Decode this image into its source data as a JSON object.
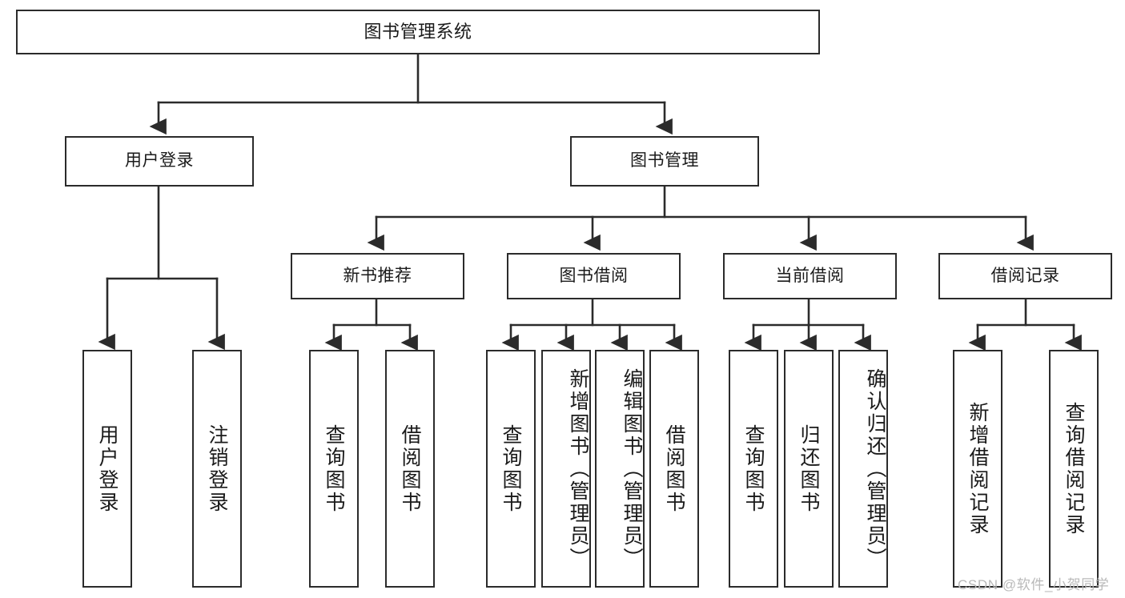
{
  "diagram": {
    "title": "图书管理系统",
    "type": "hierarchy-tree",
    "watermark": "CSDN @软件_小贺同学",
    "colors": {
      "stroke": "#2b2b2b",
      "fill": "#ffffff",
      "text": "#1a1a1a",
      "watermark": "#b9b9b9"
    },
    "levels": {
      "root": {
        "label": "图书管理系统"
      },
      "level2": [
        {
          "label": "用户登录"
        },
        {
          "label": "图书管理"
        }
      ],
      "level3": [
        {
          "label": "新书推荐"
        },
        {
          "label": "图书借阅"
        },
        {
          "label": "当前借阅"
        },
        {
          "label": "借阅记录"
        }
      ],
      "leaves": {
        "user_login": [
          {
            "label": "用户登录"
          },
          {
            "label": "注销登录"
          }
        ],
        "new_book_recommend": [
          {
            "label": "查询图书"
          },
          {
            "label": "借阅图书"
          }
        ],
        "book_borrow": [
          {
            "label": "查询图书"
          },
          {
            "label": "新增图书（管理员）"
          },
          {
            "label": "编辑图书（管理员）"
          },
          {
            "label": "借阅图书"
          }
        ],
        "current_borrow": [
          {
            "label": "查询图书"
          },
          {
            "label": "归还图书"
          },
          {
            "label": "确认归还（管理员）"
          }
        ],
        "borrow_record": [
          {
            "label": "新增借阅记录"
          },
          {
            "label": "查询借阅记录"
          }
        ]
      }
    }
  }
}
